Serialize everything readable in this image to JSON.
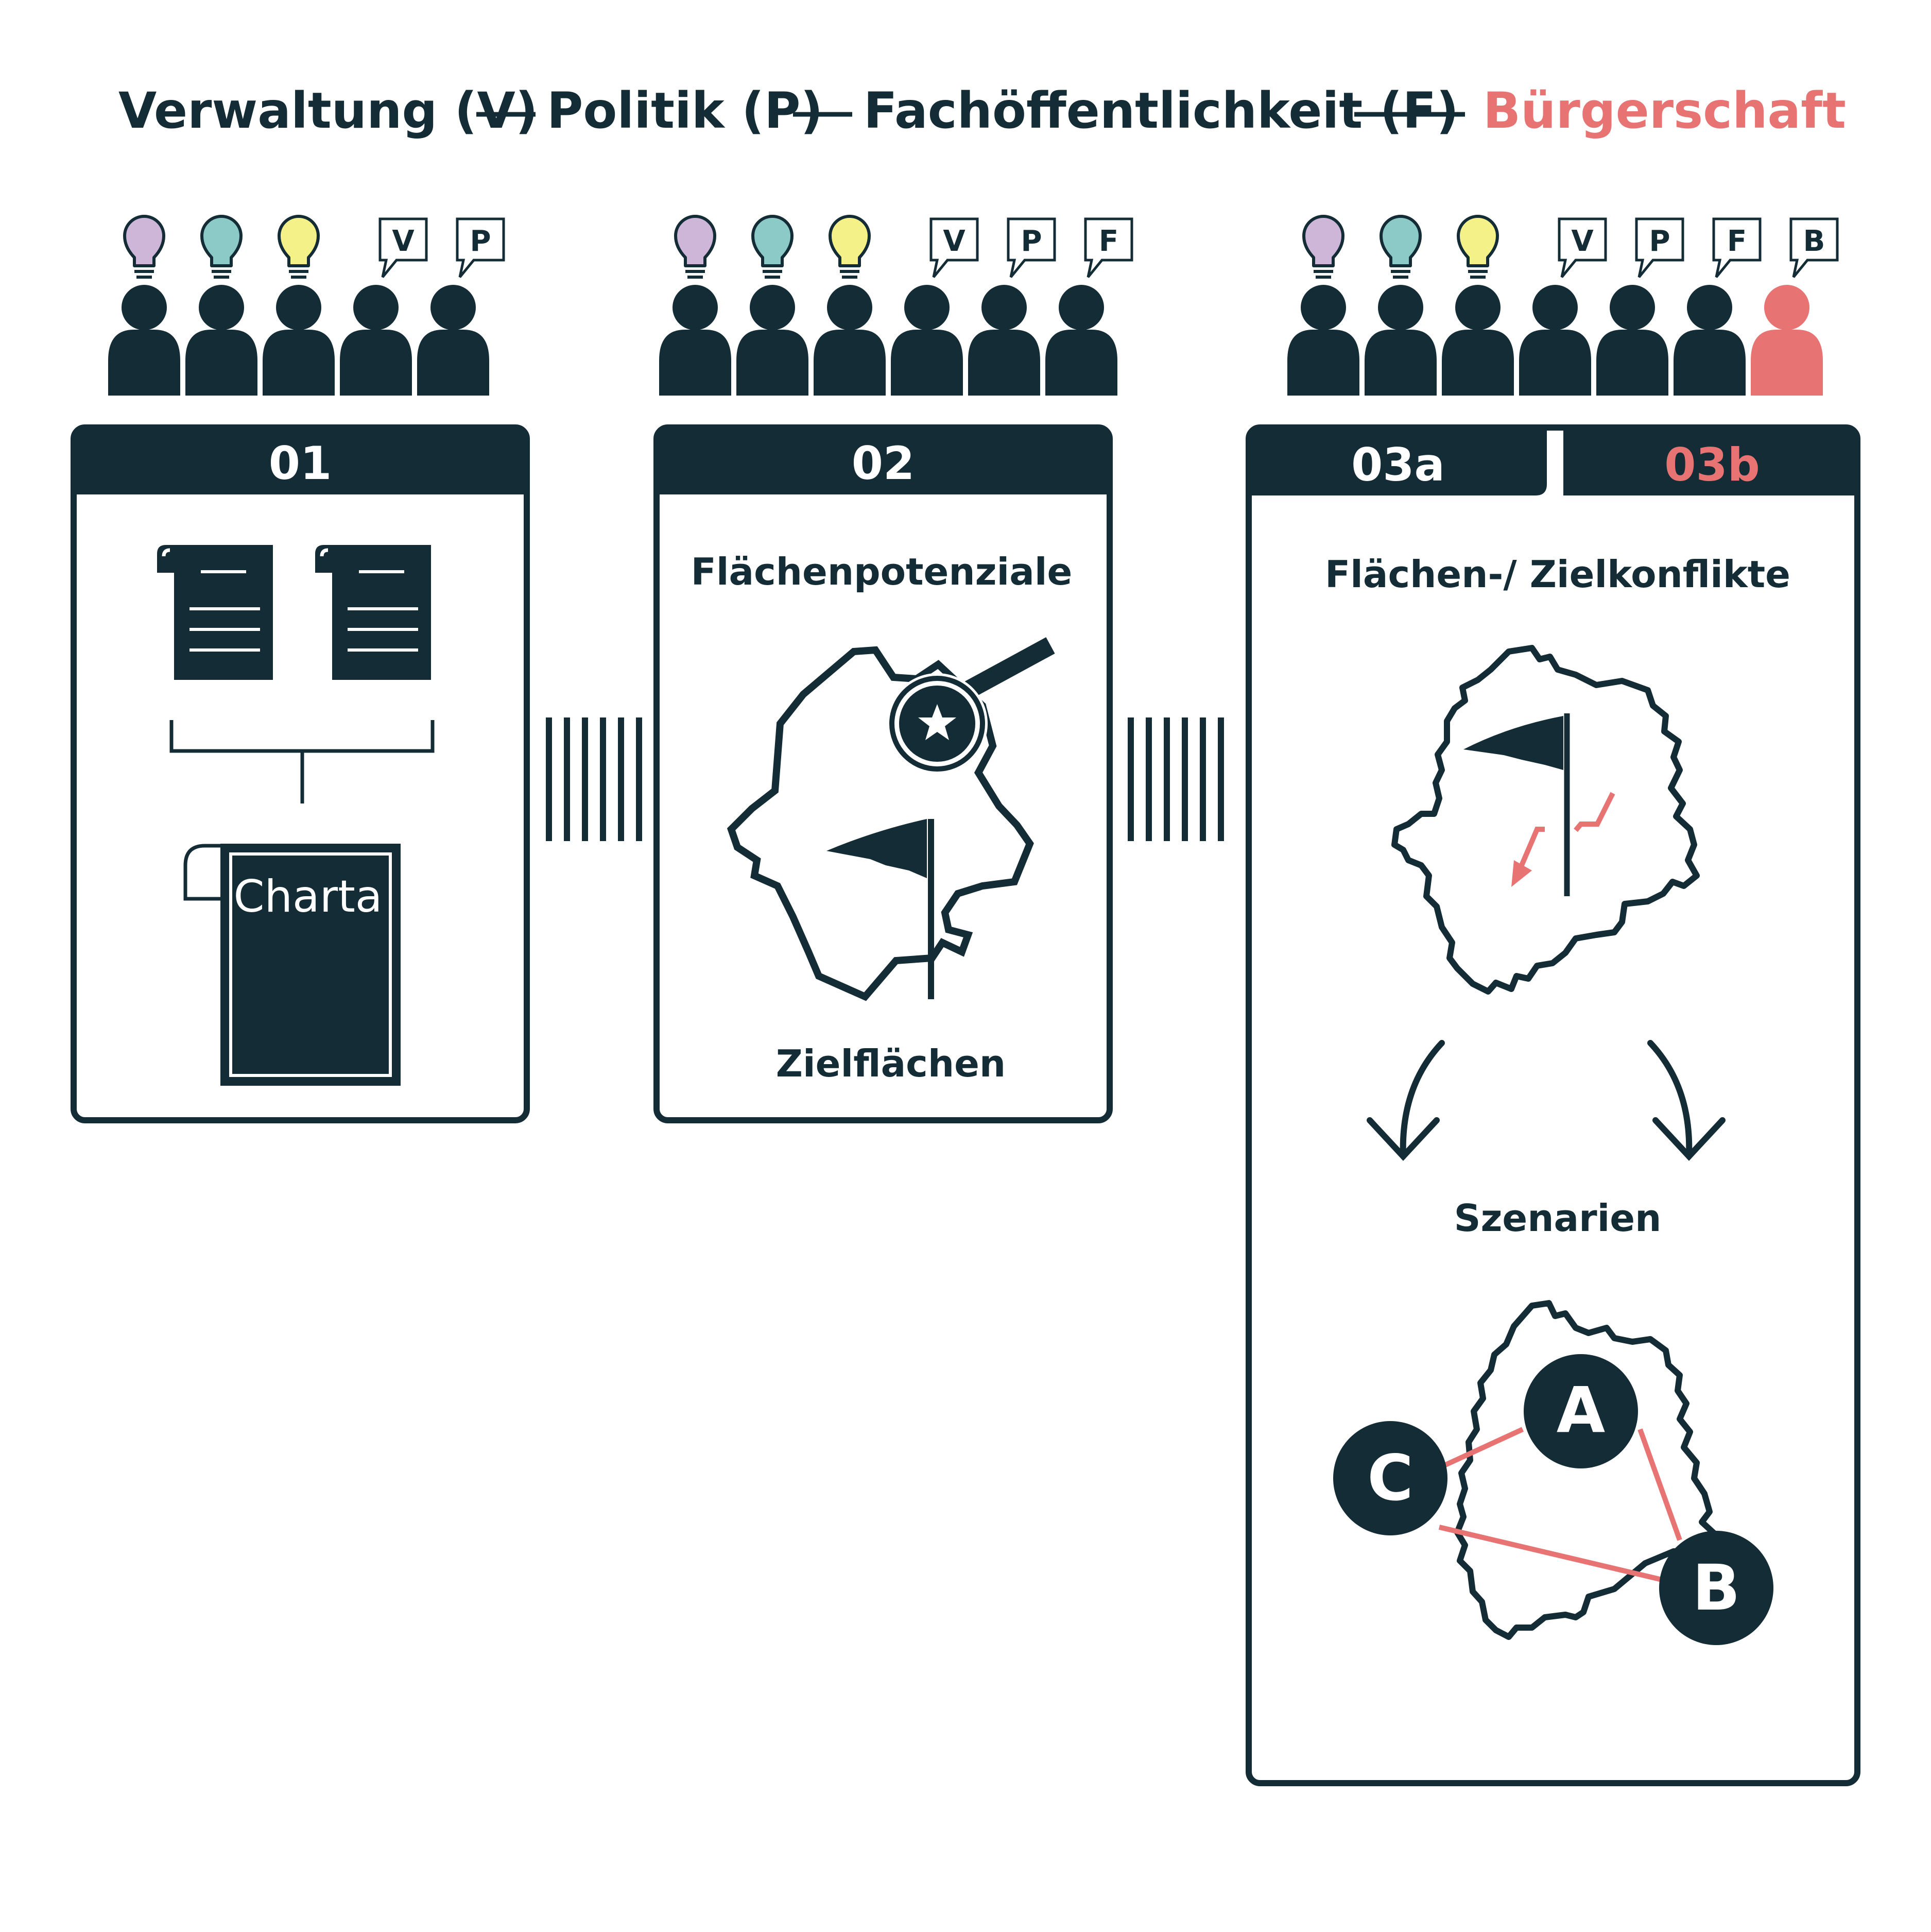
{
  "colors": {
    "dark": "#132c35",
    "accent": "#e77373",
    "bulb_purple": "#cdb6d8",
    "bulb_teal": "#8ccac8",
    "bulb_yellow": "#f4f188",
    "white": "#ffffff"
  },
  "legend": {
    "verwaltung": "Verwaltung (V)",
    "politik": "Politik (P)",
    "fach": "Fachöffentlichkeit (F)",
    "buerger": "Bürgerschaft"
  },
  "groups": [
    {
      "bulbs": [
        "purple",
        "teal",
        "yellow"
      ],
      "bubbles": [
        "V",
        "P"
      ],
      "people": [
        "dark",
        "dark",
        "dark",
        "dark",
        "dark"
      ]
    },
    {
      "bulbs": [
        "purple",
        "teal",
        "yellow"
      ],
      "bubbles": [
        "V",
        "P",
        "F"
      ],
      "people": [
        "dark",
        "dark",
        "dark",
        "dark",
        "dark",
        "dark"
      ]
    },
    {
      "bulbs": [
        "purple",
        "teal",
        "yellow"
      ],
      "bubbles": [
        "V",
        "P",
        "F",
        "B"
      ],
      "people": [
        "dark",
        "dark",
        "dark",
        "dark",
        "dark",
        "dark",
        "accent"
      ]
    }
  ],
  "steps": {
    "s01": {
      "number": "01",
      "charta_label": "Charta"
    },
    "s02": {
      "number": "02",
      "top_label": "Flächenpotenziale",
      "bottom_label": "Zielflächen"
    },
    "s03": {
      "number_a": "03a",
      "number_b": "03b",
      "top_label": "Flächen-/ Zielkonflikte",
      "scenario_label": "Szenarien"
    }
  },
  "scenarios": [
    "A",
    "B",
    "C"
  ]
}
